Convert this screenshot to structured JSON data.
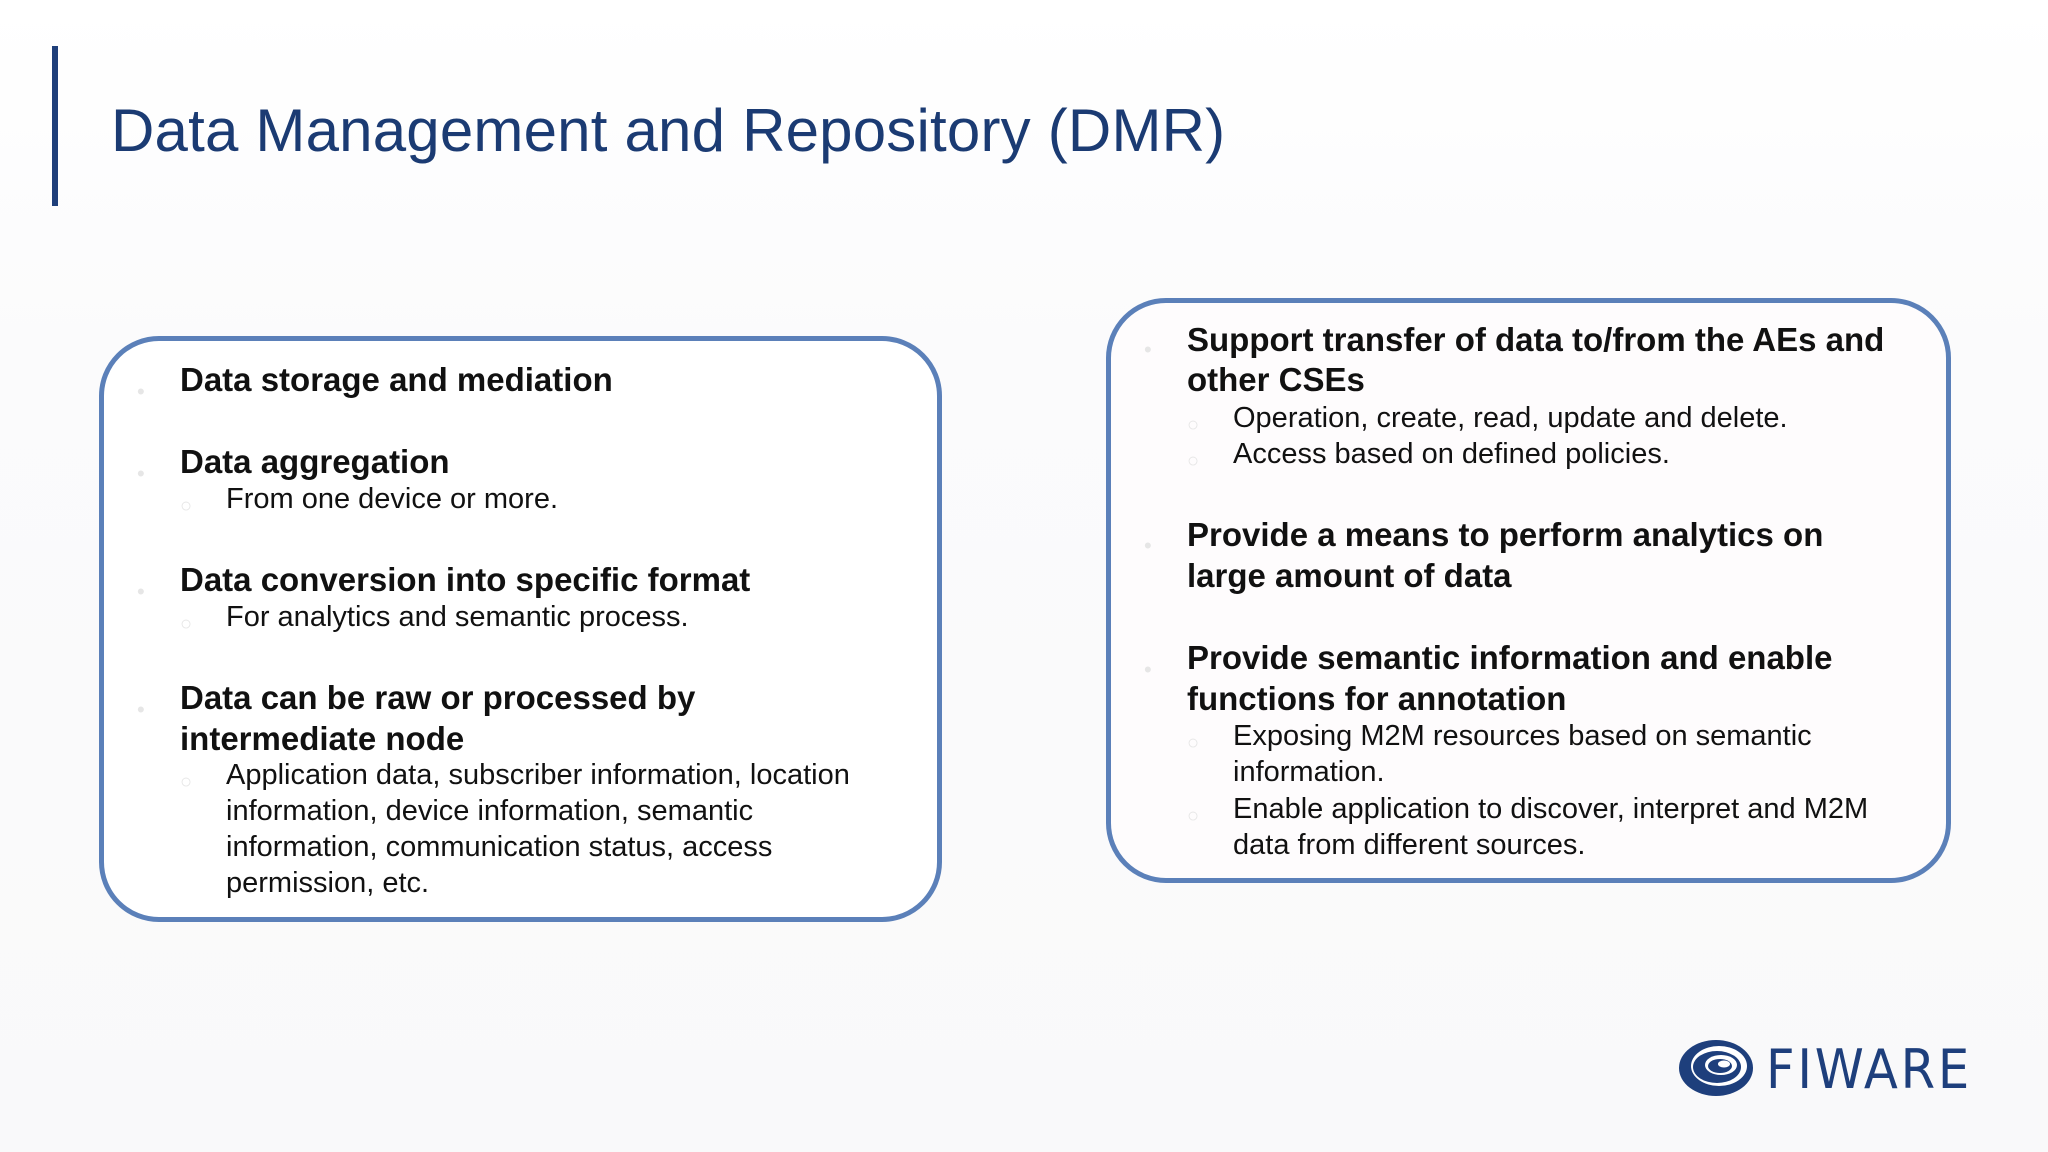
{
  "slide": {
    "title": "Data Management and Repository (DMR)"
  },
  "left_box": {
    "items": [
      {
        "text": "Data storage and mediation"
      },
      {
        "text": "Data aggregation",
        "sub": "From one device or more."
      },
      {
        "text": "Data conversion into specific format",
        "sub": "For analytics and semantic process."
      },
      {
        "line1": "Data can be raw or processed by",
        "line2": "intermediate node",
        "sub_lines": [
          "Application data, subscriber information, location",
          "information, device information, semantic",
          "information, communication status, access",
          "permission, etc."
        ]
      }
    ]
  },
  "right_box": {
    "items": [
      {
        "line1": "Support transfer of data to/from the AEs and",
        "line2": "other CSEs",
        "subs": [
          "Operation, create, read, update and delete.",
          "Access based on defined policies."
        ]
      },
      {
        "line1": "Provide a means to perform analytics on",
        "line2": "large amount of data"
      },
      {
        "line1": "Provide semantic information and enable",
        "line2": "functions for annotation",
        "sub1_lines": [
          "Exposing M2M resources based on semantic",
          "information."
        ],
        "sub2_lines": [
          "Enable application to discover, interpret and M2M",
          "data from different sources."
        ]
      }
    ]
  },
  "logo": {
    "text": "FIWARE",
    "color": "#1e3f7c"
  },
  "colors": {
    "title": "#1b3b73",
    "box_border": "#5b80b9",
    "accent_bar": "#1f3f7a"
  },
  "icons": {
    "bullet": "•",
    "sub_bullet": "○"
  }
}
